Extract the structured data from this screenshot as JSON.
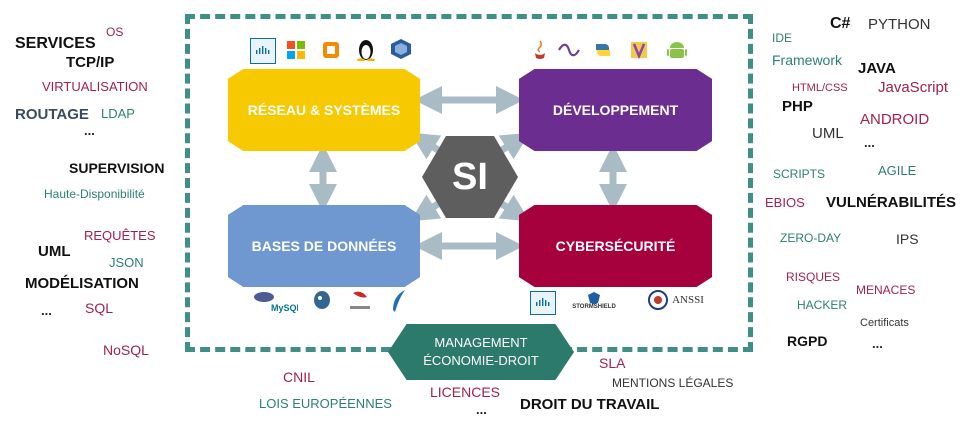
{
  "boxes": {
    "reseau": "RÉSEAU & SYSTÈMES",
    "dev": "DÉVELOPPEMENT",
    "bdd": "BASES DE DONNÉES",
    "cyber": "CYBERSÉCURITÉ",
    "si": "SI"
  },
  "management": {
    "line1": "MANAGEMENT",
    "line2": "ÉCONOMIE-DROIT"
  },
  "logos": {
    "reseau": [
      "Cisco",
      "Microsoft",
      "VMware",
      "Linux",
      "VirtualBox"
    ],
    "dev": [
      "Java",
      "Visual C#",
      "Python",
      "Lazarus",
      "Android"
    ],
    "bdd": [
      "PHP MySQL",
      "PostgreSQL",
      "SQL Server",
      "SQL"
    ],
    "cyber": [
      "Cisco",
      "STORMSHIELD",
      "ANSSI"
    ]
  },
  "logo_text": {
    "mysql": "MySQL",
    "stormshield": "STORMSHIELD",
    "anssi": "ANSSI"
  },
  "left_keywords": [
    "SERVICES",
    "OS",
    "TCP/IP",
    "VIRTUALISATION",
    "ROUTAGE",
    "LDAP",
    "...",
    "SUPERVISION",
    "Haute-Disponibilité",
    "REQUÊTES",
    "UML",
    "JSON",
    "MODÉLISATION",
    "SQL",
    "...",
    "NoSQL"
  ],
  "right_keywords": [
    "C#",
    "PYTHON",
    "IDE",
    "Framework",
    "JAVA",
    "HTML/CSS",
    "JavaScript",
    "PHP",
    "ANDROID",
    "UML",
    "...",
    "SCRIPTS",
    "AGILE",
    "EBIOS",
    "VULNÉRABILITÉS",
    "ZERO-DAY",
    "IPS",
    "RISQUES",
    "MENACES",
    "HACKER",
    "Certificats",
    "RGPD",
    "..."
  ],
  "bottom_keywords": [
    "CNIL",
    "SLA",
    "MENTIONS LÉGALES",
    "LOIS EUROPÉENNES",
    "LICENCES",
    "DROIT DU TRAVAIL",
    "..."
  ],
  "colors": {
    "yellow": "#f6c900",
    "purple": "#6b2d8f",
    "blue": "#6e98cf",
    "crimson": "#a6003d",
    "gray": "#5e5e5e",
    "teal": "#2b7a6c",
    "arrow": "#a9bcc6"
  }
}
